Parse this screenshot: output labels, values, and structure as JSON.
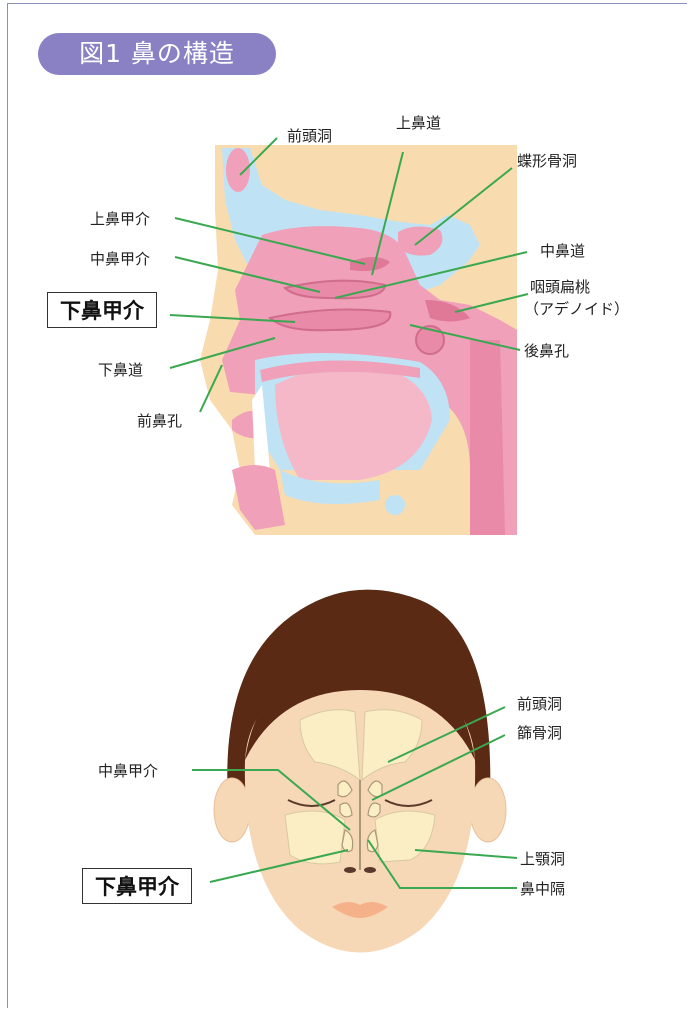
{
  "title": "図1 鼻の構造",
  "sagittal": {
    "frontal_sinus": "前頭洞",
    "superior_meatus": "上鼻道",
    "sphenoid_sinus": "蝶形骨洞",
    "superior_turbinate": "上鼻甲介",
    "middle_meatus": "中鼻道",
    "middle_turbinate": "中鼻甲介",
    "adenoid_line1": "咽頭扁桃",
    "adenoid_line2": "（アデノイド）",
    "inferior_turbinate": "下鼻甲介",
    "choana": "後鼻孔",
    "inferior_meatus": "下鼻道",
    "nostril": "前鼻孔"
  },
  "frontal": {
    "frontal_sinus": "前頭洞",
    "ethmoid_sinus": "篩骨洞",
    "middle_turbinate": "中鼻甲介",
    "maxillary_sinus": "上顎洞",
    "inferior_turbinate": "下鼻甲介",
    "septum": "鼻中隔"
  },
  "colors": {
    "title_pill": "#8a80c4",
    "skin": "#f8dcb0",
    "mucosa": "#f0a0b8",
    "mucosa_dark": "#e07898",
    "sinus_blue": "#bfe3f5",
    "leader_line": "#3aa850",
    "hair": "#5a2a14",
    "face": "#f6d8b6",
    "bone": "#fbeec4"
  }
}
